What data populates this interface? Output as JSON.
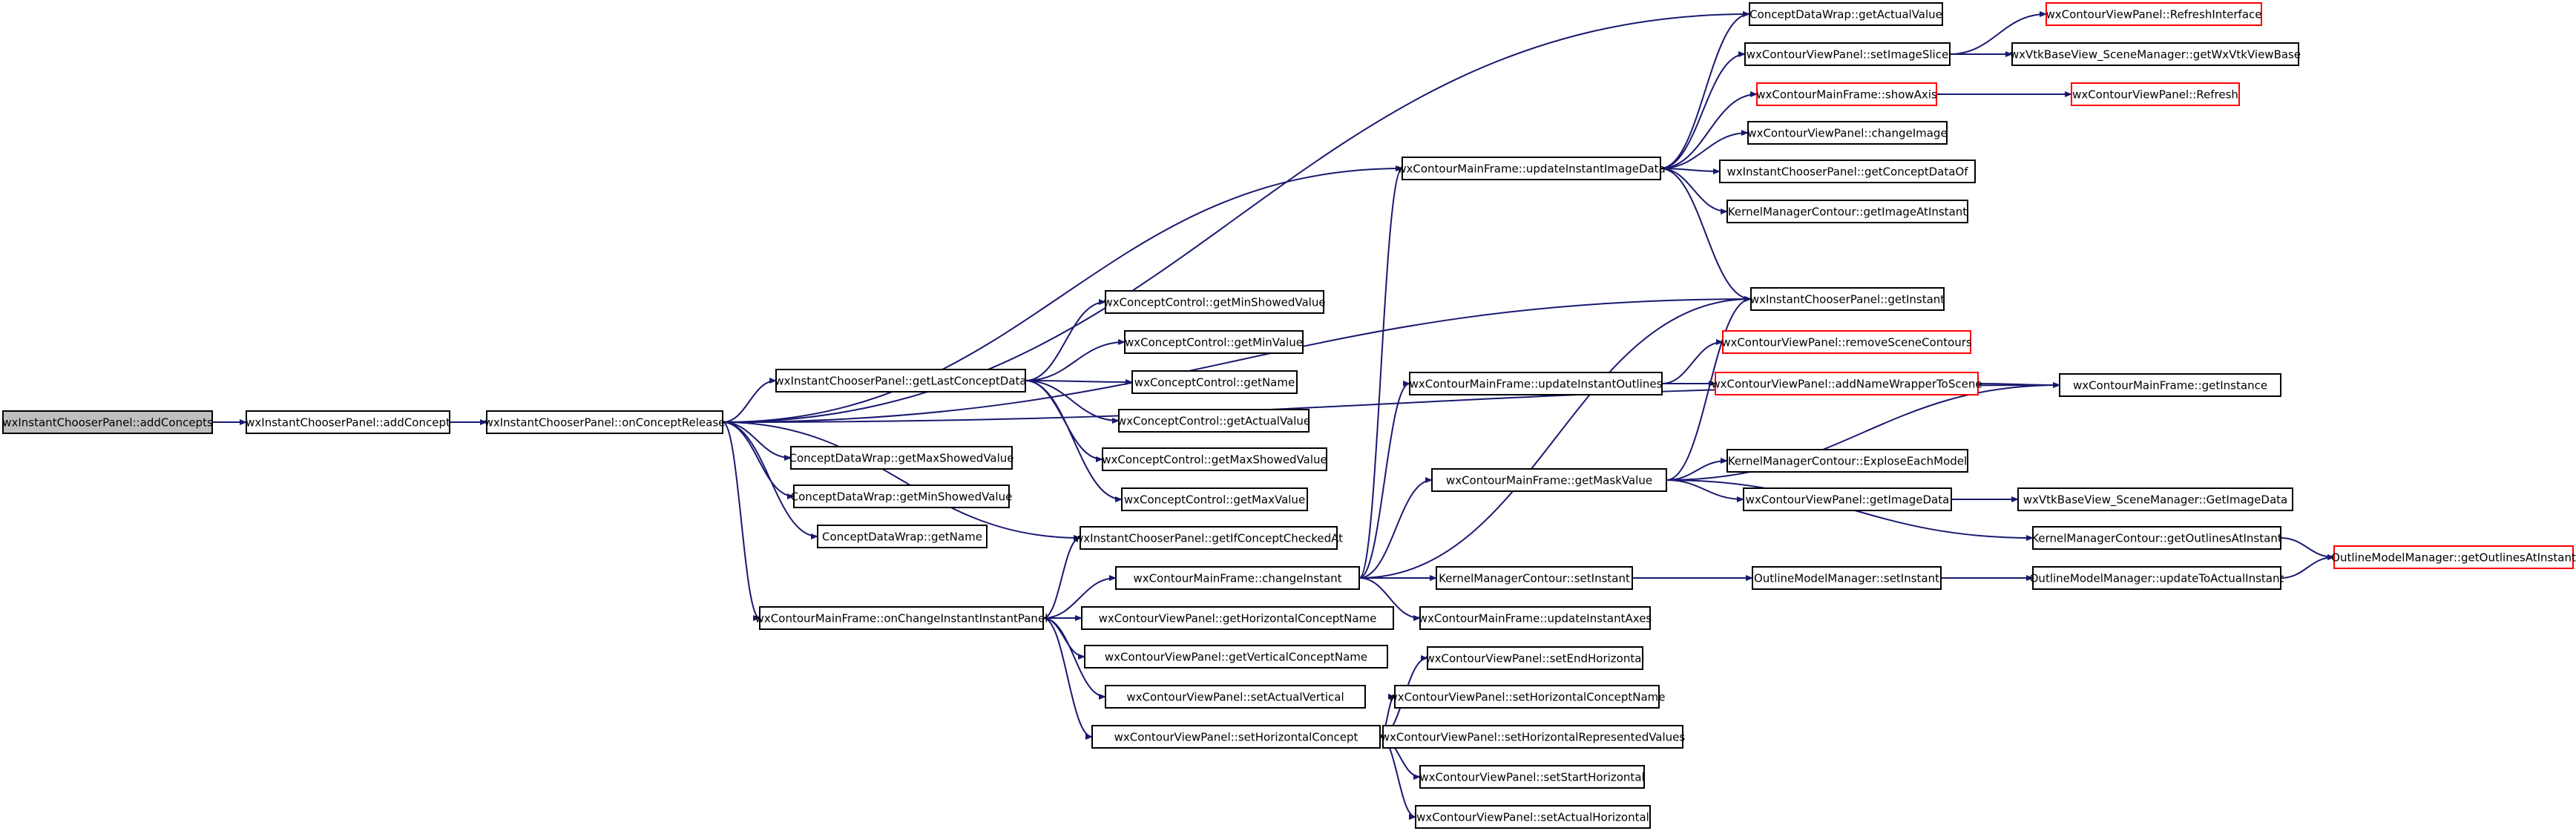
{
  "colors": {
    "edge": "#191970",
    "node_border": "#000000",
    "node_fill": "#ffffff",
    "root_fill": "#bfbfbf",
    "truncated_border": "#ff0000"
  },
  "nodes": [
    {
      "id": "n0",
      "label": "wxInstantChooserPanel::addConcepts",
      "style": "root"
    },
    {
      "id": "n1",
      "label": "wxInstantChooserPanel::addConcept",
      "style": "normal"
    },
    {
      "id": "n2",
      "label": "wxInstantChooserPanel::onConceptRelease",
      "style": "normal"
    },
    {
      "id": "n3",
      "label": "ConceptDataWrap::getActualValue",
      "style": "normal"
    },
    {
      "id": "n4",
      "label": "wxContourMainFrame::updateInstantImageData",
      "style": "normal"
    },
    {
      "id": "n5",
      "label": "wxInstantChooserPanel::getInstant",
      "style": "normal"
    },
    {
      "id": "n6",
      "label": "wxContourMainFrame::getInstance",
      "style": "normal"
    },
    {
      "id": "n7",
      "label": "wxInstantChooserPanel::getLastConceptData",
      "style": "normal"
    },
    {
      "id": "n8",
      "label": "ConceptDataWrap::getMaxShowedValue",
      "style": "normal"
    },
    {
      "id": "n9",
      "label": "ConceptDataWrap::getMinShowedValue",
      "style": "normal"
    },
    {
      "id": "n10",
      "label": "ConceptDataWrap::getName",
      "style": "normal"
    },
    {
      "id": "n11",
      "label": "wxInstantChooserPanel::getIfConceptCheckedAt",
      "style": "normal"
    },
    {
      "id": "n12",
      "label": "wxContourMainFrame::onChangeInstantInstantPanel",
      "style": "normal"
    },
    {
      "id": "n13",
      "label": "wxContourViewPanel::setImageSlice",
      "style": "normal"
    },
    {
      "id": "n14",
      "label": "wxContourMainFrame::showAxis",
      "style": "truncated"
    },
    {
      "id": "n15",
      "label": "wxContourViewPanel::changeImage",
      "style": "normal"
    },
    {
      "id": "n16",
      "label": "wxInstantChooserPanel::getConceptDataOf",
      "style": "normal"
    },
    {
      "id": "n17",
      "label": "KernelManagerContour::getImageAtInstant",
      "style": "normal"
    },
    {
      "id": "n18",
      "label": "wxContourViewPanel::RefreshInterface",
      "style": "truncated"
    },
    {
      "id": "n19",
      "label": "wxVtkBaseView_SceneManager::getWxVtkViewBase",
      "style": "normal"
    },
    {
      "id": "n20",
      "label": "wxContourViewPanel::Refresh",
      "style": "truncated"
    },
    {
      "id": "n21",
      "label": "wxConceptControl::getMinShowedValue",
      "style": "normal"
    },
    {
      "id": "n22",
      "label": "wxConceptControl::getMinValue",
      "style": "normal"
    },
    {
      "id": "n23",
      "label": "wxConceptControl::getName",
      "style": "normal"
    },
    {
      "id": "n24",
      "label": "wxConceptControl::getActualValue",
      "style": "normal"
    },
    {
      "id": "n25",
      "label": "wxConceptControl::getMaxShowedValue",
      "style": "normal"
    },
    {
      "id": "n26",
      "label": "wxConceptControl::getMaxValue",
      "style": "normal"
    },
    {
      "id": "n27",
      "label": "wxContourMainFrame::changeInstant",
      "style": "normal"
    },
    {
      "id": "n28",
      "label": "wxContourViewPanel::getHorizontalConceptName",
      "style": "normal"
    },
    {
      "id": "n29",
      "label": "wxContourViewPanel::getVerticalConceptName",
      "style": "normal"
    },
    {
      "id": "n30",
      "label": "wxContourViewPanel::setActualVertical",
      "style": "normal"
    },
    {
      "id": "n31",
      "label": "wxContourViewPanel::setHorizontalConcept",
      "style": "normal"
    },
    {
      "id": "n32",
      "label": "wxContourMainFrame::updateInstantOutlines",
      "style": "normal"
    },
    {
      "id": "n33",
      "label": "wxContourMainFrame::getMaskValue",
      "style": "normal"
    },
    {
      "id": "n34",
      "label": "KernelManagerContour::setInstant",
      "style": "normal"
    },
    {
      "id": "n35",
      "label": "wxContourMainFrame::updateInstantAxes",
      "style": "normal"
    },
    {
      "id": "n36",
      "label": "wxContourViewPanel::removeSceneContours",
      "style": "truncated"
    },
    {
      "id": "n37",
      "label": "wxContourViewPanel::addNameWrapperToScene",
      "style": "truncated"
    },
    {
      "id": "n38",
      "label": "KernelManagerContour::ExploseEachModel",
      "style": "normal"
    },
    {
      "id": "n39",
      "label": "wxContourViewPanel::getImageData",
      "style": "normal"
    },
    {
      "id": "n40",
      "label": "KernelManagerContour::getOutlinesAtInstant",
      "style": "normal"
    },
    {
      "id": "n41",
      "label": "wxVtkBaseView_SceneManager::GetImageData",
      "style": "normal"
    },
    {
      "id": "n42",
      "label": "OutlineModelManager::getOutlinesAtInstant",
      "style": "truncated"
    },
    {
      "id": "n43",
      "label": "OutlineModelManager::setInstant",
      "style": "normal"
    },
    {
      "id": "n44",
      "label": "OutlineModelManager::updateToActualInstant",
      "style": "normal"
    },
    {
      "id": "n45",
      "label": "wxContourViewPanel::setEndHorizontal",
      "style": "normal"
    },
    {
      "id": "n46",
      "label": "wxContourViewPanel::setHorizontalConceptName",
      "style": "normal"
    },
    {
      "id": "n47",
      "label": "wxContourViewPanel::setHorizontalRepresentedValues",
      "style": "normal"
    },
    {
      "id": "n48",
      "label": "wxContourViewPanel::setStartHorizontal",
      "style": "normal"
    },
    {
      "id": "n49",
      "label": "wxContourViewPanel::setActualHorizontal",
      "style": "normal"
    }
  ],
  "edges": [
    [
      "n0",
      "n1"
    ],
    [
      "n1",
      "n2"
    ],
    [
      "n2",
      "n3"
    ],
    [
      "n2",
      "n4"
    ],
    [
      "n2",
      "n5"
    ],
    [
      "n2",
      "n6"
    ],
    [
      "n2",
      "n7"
    ],
    [
      "n2",
      "n8"
    ],
    [
      "n2",
      "n9"
    ],
    [
      "n2",
      "n10"
    ],
    [
      "n2",
      "n11"
    ],
    [
      "n2",
      "n12"
    ],
    [
      "n4",
      "n3"
    ],
    [
      "n4",
      "n13"
    ],
    [
      "n4",
      "n14"
    ],
    [
      "n4",
      "n15"
    ],
    [
      "n4",
      "n16"
    ],
    [
      "n4",
      "n17"
    ],
    [
      "n4",
      "n5"
    ],
    [
      "n13",
      "n18"
    ],
    [
      "n13",
      "n19"
    ],
    [
      "n14",
      "n20"
    ],
    [
      "n7",
      "n21"
    ],
    [
      "n7",
      "n22"
    ],
    [
      "n7",
      "n23"
    ],
    [
      "n7",
      "n24"
    ],
    [
      "n7",
      "n25"
    ],
    [
      "n7",
      "n26"
    ],
    [
      "n12",
      "n11"
    ],
    [
      "n12",
      "n27"
    ],
    [
      "n12",
      "n28"
    ],
    [
      "n12",
      "n29"
    ],
    [
      "n12",
      "n30"
    ],
    [
      "n12",
      "n31"
    ],
    [
      "n27",
      "n4"
    ],
    [
      "n27",
      "n5"
    ],
    [
      "n27",
      "n32"
    ],
    [
      "n27",
      "n33"
    ],
    [
      "n27",
      "n34"
    ],
    [
      "n27",
      "n35"
    ],
    [
      "n32",
      "n36"
    ],
    [
      "n32",
      "n37"
    ],
    [
      "n37",
      "n6"
    ],
    [
      "n33",
      "n5"
    ],
    [
      "n33",
      "n6"
    ],
    [
      "n33",
      "n38"
    ],
    [
      "n33",
      "n39"
    ],
    [
      "n33",
      "n40"
    ],
    [
      "n39",
      "n41"
    ],
    [
      "n40",
      "n42"
    ],
    [
      "n34",
      "n43"
    ],
    [
      "n43",
      "n44"
    ],
    [
      "n44",
      "n42"
    ],
    [
      "n31",
      "n45"
    ],
    [
      "n31",
      "n46"
    ],
    [
      "n31",
      "n47"
    ],
    [
      "n31",
      "n48"
    ],
    [
      "n31",
      "n49"
    ]
  ]
}
